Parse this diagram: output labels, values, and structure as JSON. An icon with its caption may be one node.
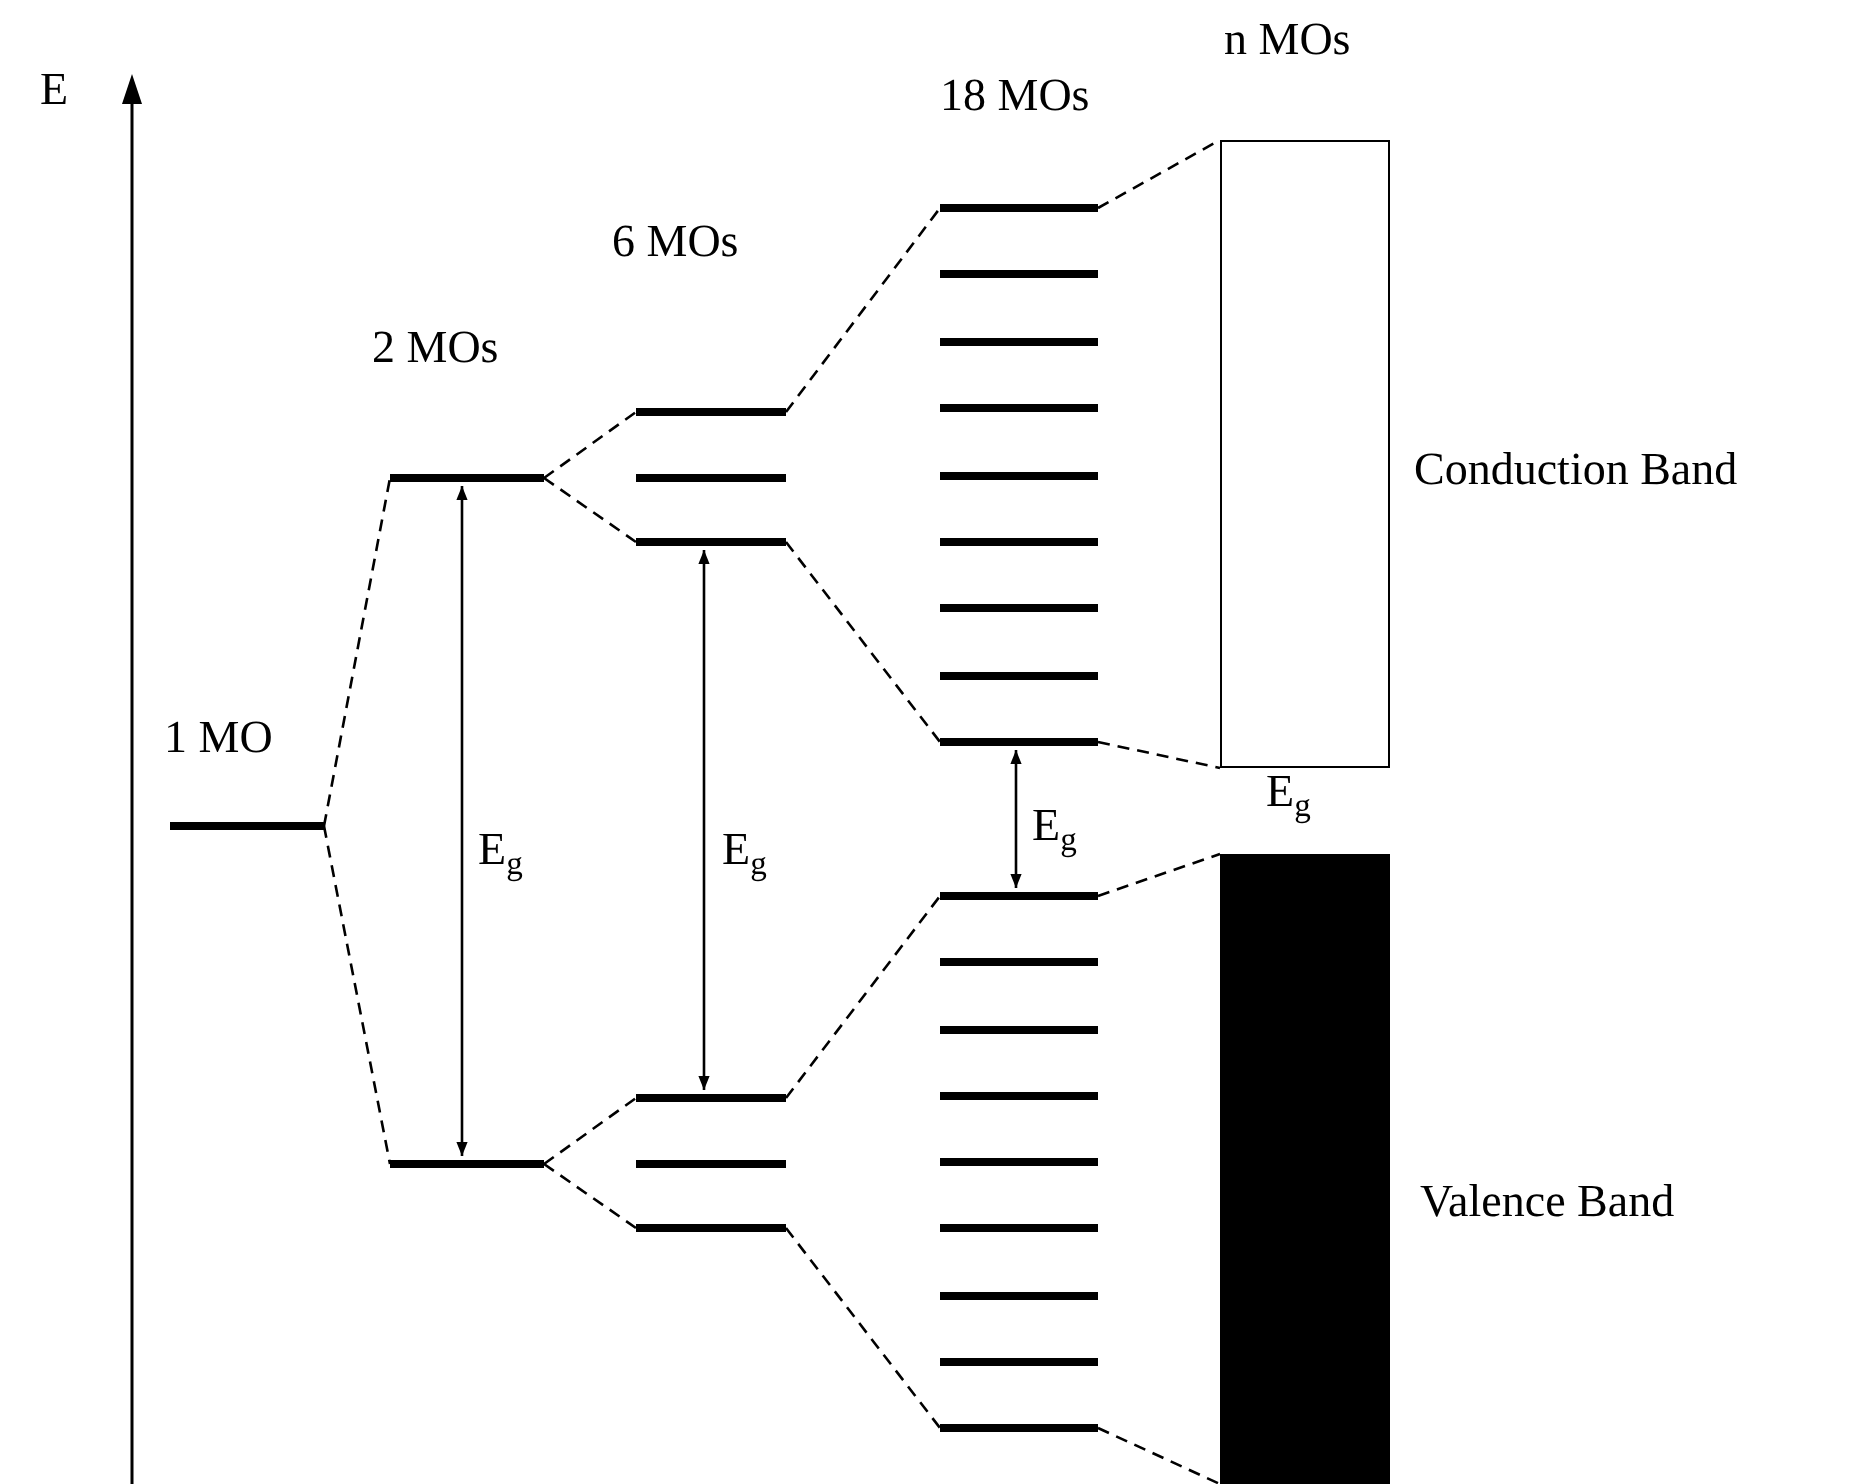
{
  "diagram": {
    "nodes": [
      {
        "text": [],
        "shape": "bar"
      },
      {
        "text": [],
        "shape": "bar"
      },
      {
        "text": [],
        "shape": "bar"
      },
      {
        "text": [],
        "shape": "bar"
      },
      {
        "text": [],
        "shape": "bar"
      },
      {
        "text": [],
        "shape": "bar"
      },
      {
        "text": [],
        "shape": "bar"
      },
      {
        "text": [],
        "shape": "bar"
      },
      {
        "text": [],
        "shape": "bar"
      },
      {
        "text": [],
        "shape": "bar"
      },
      {
        "text": [],
        "shape": "bar"
      },
      {
        "text": [],
        "shape": "bar"
      },
      {
        "text": [],
        "shape": "bar"
      },
      {
        "text": [],
        "shape": "bar"
      },
      {
        "text": [],
        "shape": "bar"
      },
      {
        "text": [],
        "shape": "bar"
      },
      {
        "text": [],
        "shape": "bar"
      },
      {
        "text": [],
        "shape": "bar"
      },
      {
        "text": [],
        "shape": "bar"
      },
      {
        "text": [],
        "shape": "bar"
      },
      {
        "text": [],
        "shape": "bar"
      },
      {
        "text": [],
        "shape": "bar"
      },
      {
        "text": [],
        "shape": "bar"
      },
      {
        "text": [],
        "shape": "bar"
      },
      {
        "text": [],
        "shape": "bar"
      },
      {
        "text": [],
        "shape": "bar"
      },
      {
        "text": [],
        "shape": "bar"
      },
      {
        "text": [
          "Conduction Band"
        ]
      },
      {
        "text": [
          "Valence Band"
        ]
      }
    ],
    "edges": [
      {
        "from": 0,
        "to": 1,
        "arrow": "none",
        "style": "dashed"
      },
      {
        "from": 0,
        "to": 2,
        "arrow": "none",
        "style": "dashed"
      },
      {
        "from": 1,
        "to": 3,
        "arrow": "none",
        "style": "dashed"
      },
      {
        "from": 1,
        "to": 5,
        "arrow": "none",
        "style": "dashed"
      },
      {
        "from": 2,
        "to": 6,
        "arrow": "none",
        "style": "dashed"
      },
      {
        "from": 2,
        "to": 8,
        "arrow": "none",
        "style": "dashed"
      },
      {
        "from": 3,
        "to": 9,
        "arrow": "none",
        "style": "dashed"
      },
      {
        "from": 5,
        "to": 17,
        "arrow": "none",
        "style": "dashed"
      },
      {
        "from": 6,
        "to": 18,
        "arrow": "none",
        "style": "dashed"
      },
      {
        "from": 8,
        "to": 26,
        "arrow": "none",
        "style": "dashed"
      },
      {
        "from": 9,
        "to": 27,
        "arrow": "none",
        "style": "dashed"
      },
      {
        "from": 17,
        "to": 27,
        "arrow": "none",
        "style": "dashed"
      },
      {
        "from": 18,
        "to": 28,
        "arrow": "none",
        "style": "dashed"
      },
      {
        "from": 26,
        "to": 28,
        "arrow": "none",
        "style": "dashed"
      },
      {
        "from": 1,
        "to": 2,
        "arrow": "both",
        "label": "E$_{g}$"
      },
      {
        "from": 5,
        "to": 6,
        "arrow": "both",
        "label": "E$_{g}$"
      },
      {
        "from": 17,
        "to": 18,
        "arrow": "both",
        "label": "E$_{g}$"
      }
    ],
    "labels": [
      "E",
      "n MOs",
      "18 MOs",
      "6 MOs",
      "2 MOs",
      "1 MO",
      "E$_{g}$"
    ]
  }
}
